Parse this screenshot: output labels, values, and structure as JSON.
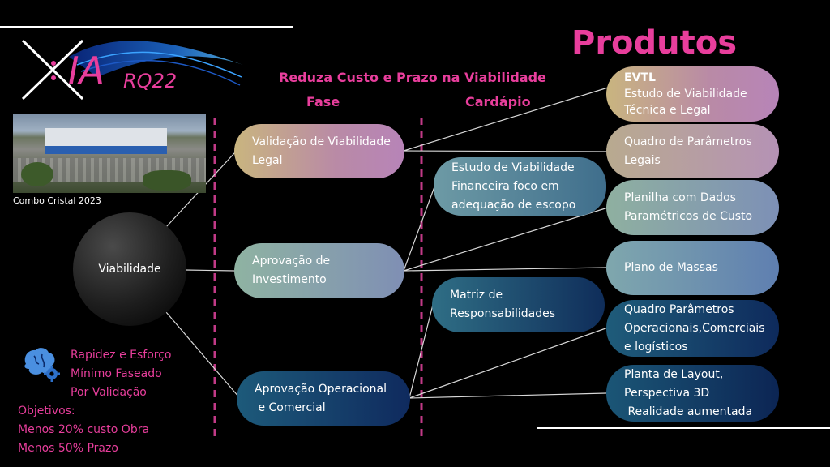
{
  "logo": {
    "text": "IA",
    "suffix": "RQ22"
  },
  "title": "Produtos",
  "subtitle": "Reduza Custo e Prazo na Viabilidade",
  "col_headers": {
    "fase": "Fase",
    "cardapio": "Cardápio"
  },
  "photo_caption": "Combo Cristal 2023",
  "center_node": "Viabilidade",
  "phases": [
    {
      "lines": [
        "Validação de Viabilidade",
        "Legal"
      ]
    },
    {
      "lines": [
        "Aprovação de",
        "Investimento"
      ]
    },
    {
      "lines": [
        "Aprovação Operacional",
        " e Comercial"
      ]
    }
  ],
  "menu_items": [
    {
      "lines": [
        "Estudo de Viabilidade",
        "Financeira foco em",
        "adequação de escopo"
      ]
    },
    {
      "lines": [
        "Matriz de",
        "Responsabilidades"
      ]
    }
  ],
  "products": [
    {
      "lines": [
        "EVTL",
        "Estudo de Viabilidade",
        "Técnica e Legal"
      ]
    },
    {
      "lines": [
        "Quadro de Parâmetros",
        "Legais"
      ]
    },
    {
      "lines": [
        "Planilha com Dados",
        "Paramétricos de Custo"
      ]
    },
    {
      "lines": [
        "Plano de Massas"
      ]
    },
    {
      "lines": [
        "Quadro Parâmetros",
        "Operacionais,Comerciais",
        "e logísticos"
      ]
    },
    {
      "lines": [
        "Planta de Layout,",
        "Perspectiva 3D",
        " Realidade aumentada"
      ]
    }
  ],
  "benefit": {
    "lines": [
      "Rapidez e Esforço",
      "Mínimo Faseado",
      "Por Validação"
    ]
  },
  "objectives": {
    "lines": [
      "Objetivos:",
      "Menos 20% custo Obra",
      "Menos 50% Prazo"
    ]
  },
  "colors": {
    "accent": "#e83e9c",
    "dashed": "#c23a87",
    "background": "#000000"
  }
}
